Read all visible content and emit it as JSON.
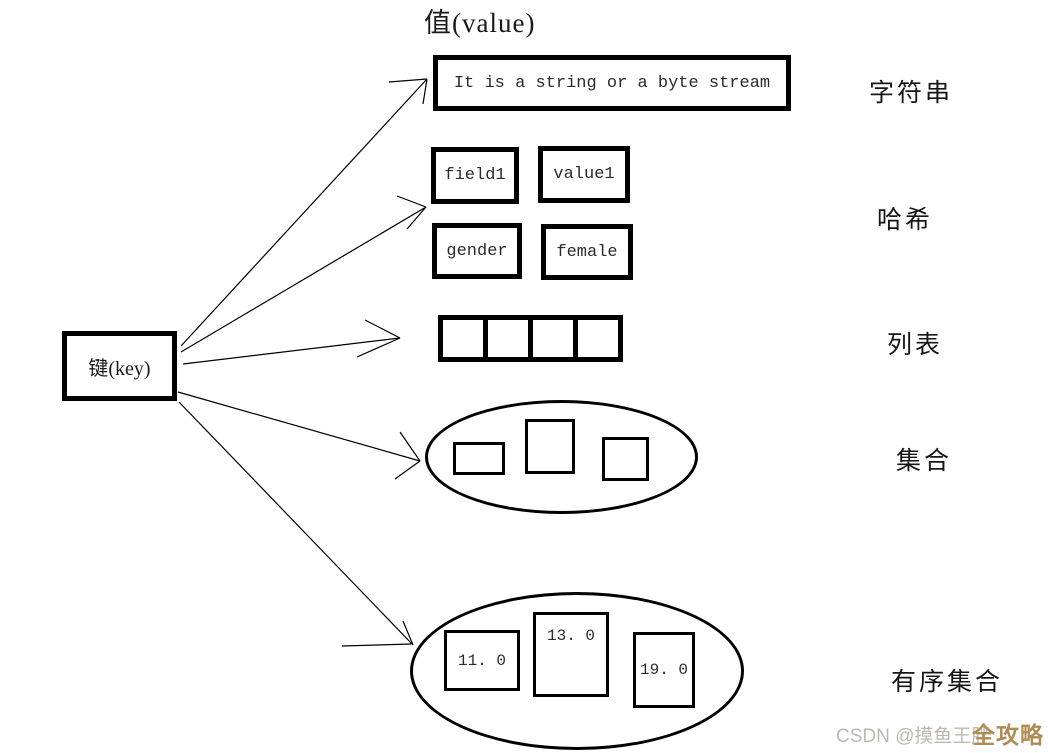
{
  "title": "值(value)",
  "key": {
    "label": "键(key)"
  },
  "string": {
    "box_text": "It is a string or a byte stream",
    "label": "字符串"
  },
  "hash": {
    "label": "哈希",
    "pairs": [
      {
        "field": "field1",
        "value": "value1"
      },
      {
        "field": "gender",
        "value": "female"
      }
    ]
  },
  "list": {
    "label": "列表",
    "cell_count": 4
  },
  "set": {
    "label": "集合",
    "item_count": 3
  },
  "sorted_set": {
    "label": "有序集合",
    "scores": [
      "11. 0",
      "13. 0",
      "19. 0"
    ]
  },
  "watermark": {
    "text": "CSDN @摸鱼王胖",
    "badge": "全攻略",
    "text_color": "#bdb8b0",
    "badge_color": "#b08c55"
  },
  "colors": {
    "background": "#ffffff",
    "line": "#000000"
  }
}
